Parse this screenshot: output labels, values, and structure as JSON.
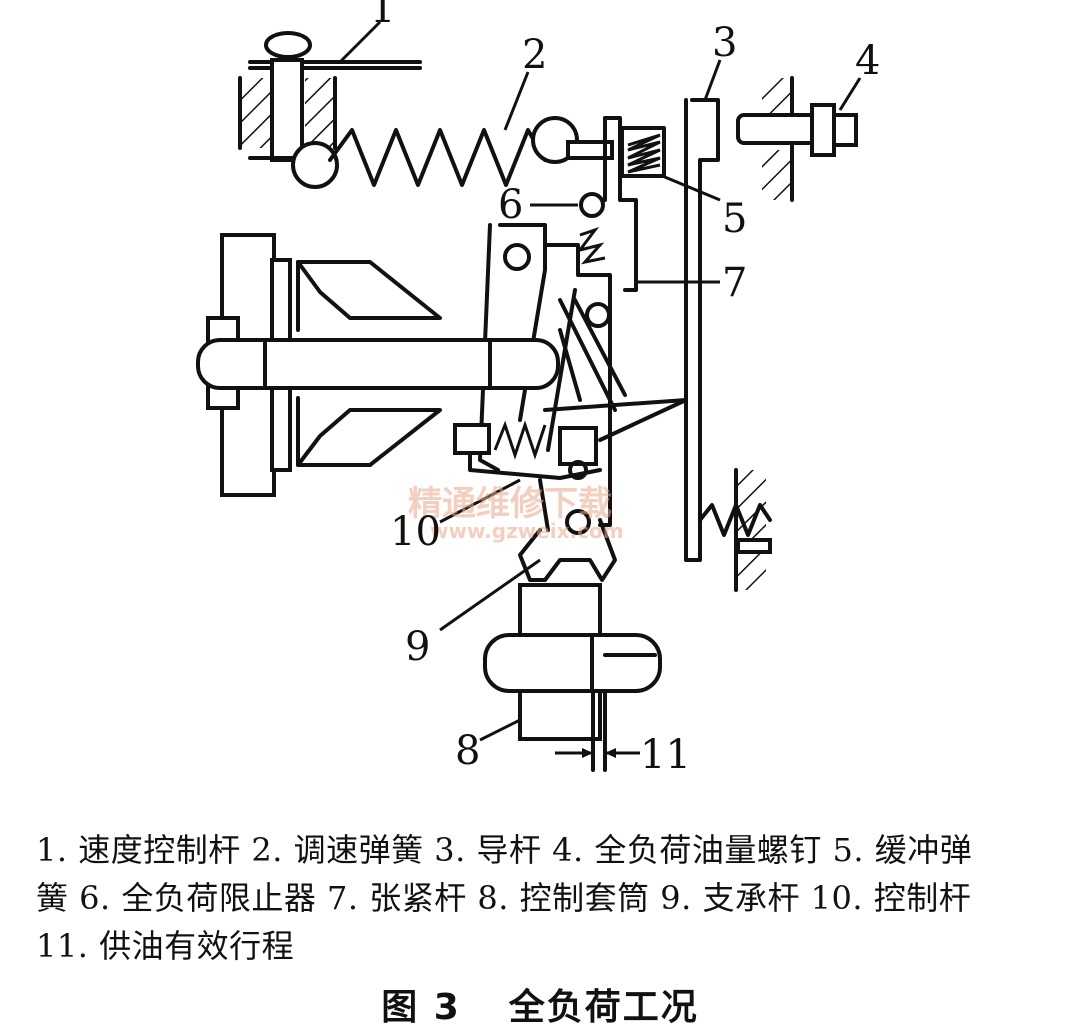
{
  "diagram": {
    "part_labels": [
      "1",
      "2",
      "3",
      "4",
      "5",
      "6",
      "7",
      "8",
      "9",
      "10",
      "11"
    ],
    "watermark": {
      "line1": "精通维修下载",
      "line2": "www.gzweix.com"
    }
  },
  "legend": {
    "line1": "1. 速度控制杆 2. 调速弹簧 3. 导杆 4. 全负荷油量螺钉 5. 缓冲弹",
    "line2": "簧 6. 全负荷限止器 7. 张紧杆 8. 控制套筒 9. 支承杆 10. 控制杆",
    "line3": "11. 供油有效行程"
  },
  "caption": {
    "figure_no": "图 3",
    "title": "全负荷工况"
  }
}
